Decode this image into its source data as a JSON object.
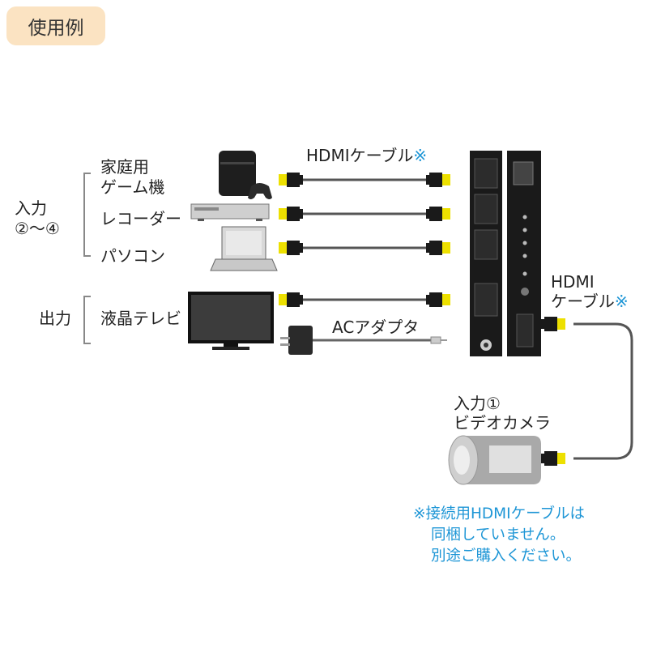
{
  "badge": "使用例",
  "inputs_group": {
    "line1": "入力",
    "line2": "②〜④"
  },
  "output_group": "出力",
  "devices": {
    "game_line1": "家庭用",
    "game_line2": "ゲーム機",
    "recorder": "レコーダー",
    "pc": "パソコン",
    "tv": "液晶テレビ"
  },
  "cable_top": {
    "text": "HDMIケーブル",
    "mark": "※"
  },
  "ac_adapter": "ACアダプタ",
  "cable_right": {
    "line1": "HDMI",
    "line2": "ケーブル",
    "mark": "※"
  },
  "camera": {
    "line1": "入力①",
    "line2": "ビデオカメラ"
  },
  "note": {
    "line1": "※接続用HDMIケーブルは",
    "line2": "同梱していません。",
    "line3": "別途ご購入ください。"
  },
  "colors": {
    "badge_bg": "#fbe3c2",
    "note": "#1e96d6",
    "connector": "#f0e000",
    "device": "#1a1a1a"
  }
}
